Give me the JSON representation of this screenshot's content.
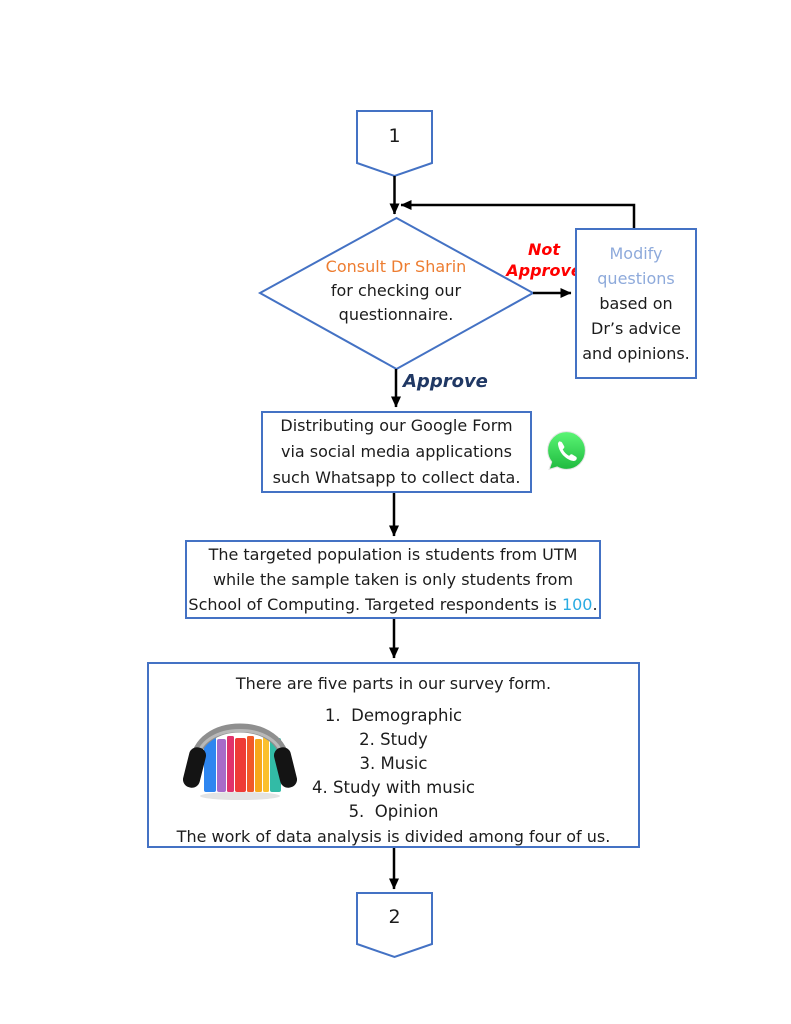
{
  "colors": {
    "shape_border": "#4472C4",
    "connector_line": "#000000",
    "decision_highlight": "#ED7D31",
    "modify_highlight": "#8EAADB",
    "not_approve_red": "#FF0000",
    "approve_navy": "#203864",
    "respondents_value_blue": "#29ABE2",
    "whatsapp_green": "#25D366"
  },
  "start_connector": {
    "label": "1"
  },
  "decision": {
    "title": "Consult Dr Sharin",
    "line2": "for checking our",
    "line3": "questionnaire."
  },
  "branch_labels": {
    "not_approve_line1": "Not",
    "not_approve_line2": "Approve",
    "approve": "Approve"
  },
  "modify_box": {
    "line1": "Modify",
    "line2": "questions",
    "line3": "based on",
    "line4": "Dr’s advice",
    "line5": "and opinions."
  },
  "distribute_box": {
    "line1": "Distributing our Google Form",
    "line2": "via social media applications",
    "line3": "such Whatsapp to collect data."
  },
  "population_box": {
    "line1": "The targeted population is students from UTM",
    "line2": "while the sample taken is only students from",
    "line3_prefix": "School of Computing. Targeted respondents is ",
    "line3_value": "100",
    "line3_suffix": "."
  },
  "survey_box": {
    "title": "There are five parts in our survey form.",
    "items": [
      "1.  Demographic",
      "2. Study",
      "3. Music",
      "4. Study with music",
      "5.  Opinion"
    ],
    "footer": "The work of data analysis is divided among four of us."
  },
  "end_connector": {
    "label": "2"
  },
  "icons": {
    "whatsapp": "whatsapp-icon",
    "headphones_books": "headphones-books-image"
  }
}
